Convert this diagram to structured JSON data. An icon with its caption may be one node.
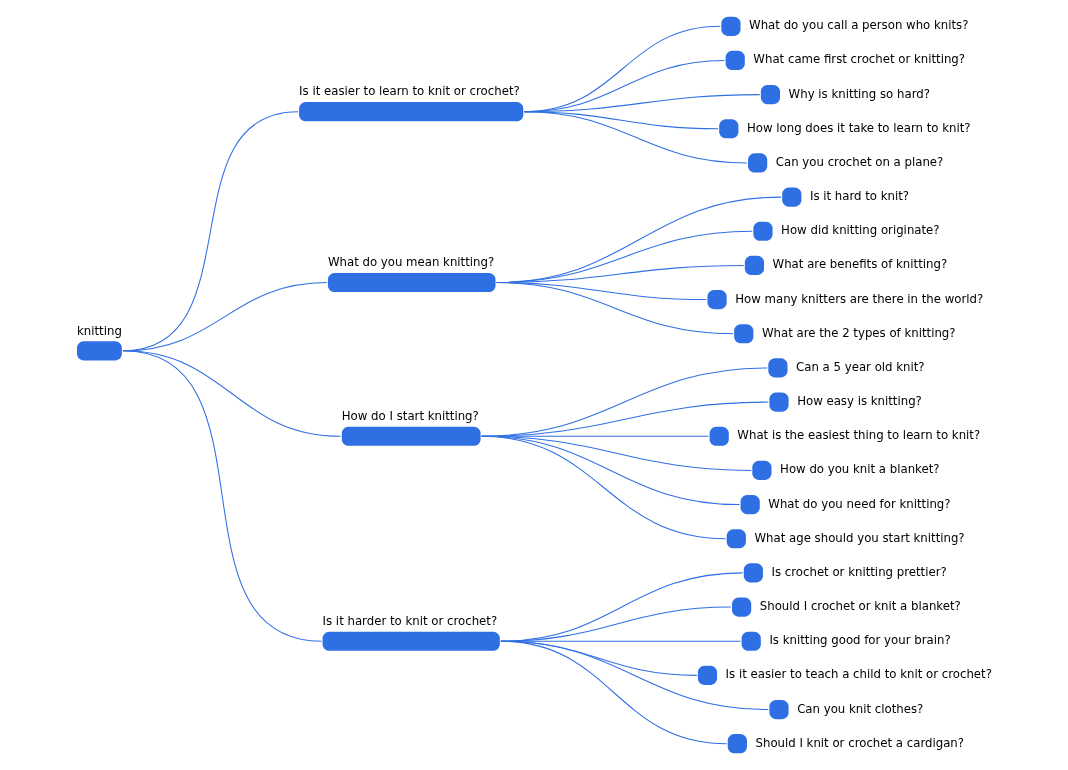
{
  "diagram": {
    "nodes": [
      {
        "text": [
          "knitting"
        ]
      },
      {
        "text": [
          "Is it easier to learn to knit or crochet?"
        ]
      },
      {
        "text": [
          "What do you call a person who knits?"
        ]
      },
      {
        "text": [
          "What came first crochet or knitting?"
        ]
      },
      {
        "text": [
          "Why is knitting so hard?"
        ]
      },
      {
        "text": [
          "How long does it take to learn to knit?"
        ]
      },
      {
        "text": [
          "Can you crochet on a plane?"
        ]
      },
      {
        "text": [
          "What do you mean knitting?"
        ]
      },
      {
        "text": [
          "Is it hard to knit?"
        ]
      },
      {
        "text": [
          "How did knitting originate?"
        ]
      },
      {
        "text": [
          "What are benefits of knitting?"
        ]
      },
      {
        "text": [
          "How many knitters are there in the world?"
        ]
      },
      {
        "text": [
          "What are the 2 types of knitting?"
        ]
      },
      {
        "text": [
          "How do I start knitting?"
        ]
      },
      {
        "text": [
          "Can a 5 year old knit?"
        ]
      },
      {
        "text": [
          "How easy is knitting?"
        ]
      },
      {
        "text": [
          "What is the easiest thing to learn to knit?"
        ]
      },
      {
        "text": [
          "How do you knit a blanket?"
        ]
      },
      {
        "text": [
          "What do you need for knitting?"
        ]
      },
      {
        "text": [
          "What age should you start knitting?"
        ]
      },
      {
        "text": [
          "Is it harder to knit or crochet?"
        ]
      },
      {
        "text": [
          "Is crochet or knitting prettier?"
        ]
      },
      {
        "text": [
          "Should I crochet or knit a blanket?"
        ]
      },
      {
        "text": [
          "Is knitting good for your brain?"
        ]
      },
      {
        "text": [
          "Is it easier to teach a child to knit or crochet?"
        ]
      },
      {
        "text": [
          "Can you knit clothes?"
        ]
      },
      {
        "text": [
          "Should I knit or crochet a cardigan?"
        ]
      }
    ],
    "edges": [
      {
        "from": 0,
        "to": 1,
        "arrow": "none"
      },
      {
        "from": 1,
        "to": 2,
        "arrow": "none"
      },
      {
        "from": 1,
        "to": 3,
        "arrow": "none"
      },
      {
        "from": 1,
        "to": 4,
        "arrow": "none"
      },
      {
        "from": 1,
        "to": 5,
        "arrow": "none"
      },
      {
        "from": 1,
        "to": 6,
        "arrow": "none"
      },
      {
        "from": 0,
        "to": 7,
        "arrow": "none"
      },
      {
        "from": 7,
        "to": 8,
        "arrow": "none"
      },
      {
        "from": 7,
        "to": 9,
        "arrow": "none"
      },
      {
        "from": 7,
        "to": 10,
        "arrow": "none"
      },
      {
        "from": 7,
        "to": 11,
        "arrow": "none"
      },
      {
        "from": 7,
        "to": 12,
        "arrow": "none"
      },
      {
        "from": 0,
        "to": 13,
        "arrow": "none"
      },
      {
        "from": 13,
        "to": 14,
        "arrow": "none"
      },
      {
        "from": 13,
        "to": 15,
        "arrow": "none"
      },
      {
        "from": 13,
        "to": 16,
        "arrow": "none"
      },
      {
        "from": 13,
        "to": 17,
        "arrow": "none"
      },
      {
        "from": 13,
        "to": 18,
        "arrow": "none"
      },
      {
        "from": 13,
        "to": 19,
        "arrow": "none"
      },
      {
        "from": 0,
        "to": 20,
        "arrow": "none"
      },
      {
        "from": 20,
        "to": 21,
        "arrow": "none"
      },
      {
        "from": 20,
        "to": 22,
        "arrow": "none"
      },
      {
        "from": 20,
        "to": 23,
        "arrow": "none"
      },
      {
        "from": 20,
        "to": 24,
        "arrow": "none"
      },
      {
        "from": 20,
        "to": 25,
        "arrow": "none"
      },
      {
        "from": 20,
        "to": 26,
        "arrow": "none"
      }
    ]
  }
}
